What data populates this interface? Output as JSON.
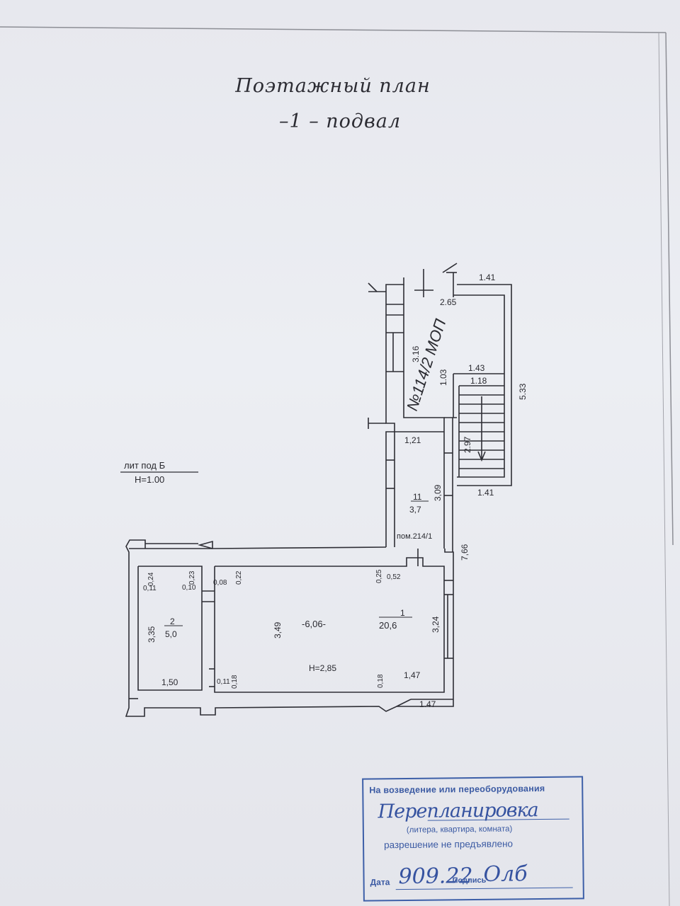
{
  "document": {
    "title": "Поэтажный план",
    "subtitle": "–1 – подвал"
  },
  "plan": {
    "lit_label": "лит под Б",
    "height_label": "Н=1.00",
    "handwritten_note": "№114/2 МОП",
    "room_ref": "пом.214/1",
    "ceiling_height": "Н=2,85",
    "rooms": [
      {
        "number": "1",
        "area": "20,6"
      },
      {
        "number": "2",
        "area": "5,0"
      },
      {
        "number": "11",
        "area": "3,7"
      }
    ],
    "total_area": "-6,06-",
    "dimensions": {
      "top_141": "1.41",
      "top_265": "2.65",
      "v_316": "3.16",
      "v_103": "1.03",
      "h_143": "1.43",
      "h_118": "1.18",
      "v_533": "5.33",
      "h_121": "1,21",
      "v_297": "2.97",
      "v_309": "3,09",
      "h_141b": "1.41",
      "v_766": "7,66",
      "t_025": "0,25",
      "t_052": "0,52",
      "t_024": "0,24",
      "t_011": "0,11",
      "t_023": "0,23",
      "t_010": "0,10",
      "t_008": "0,08",
      "t_022": "0,22",
      "v_335": "3,35",
      "v_349": "3,49",
      "v_324": "3,24",
      "h_150": "1,50",
      "t_011b": "0,11",
      "t_018": "0,18",
      "t_018b": "0,18",
      "h_147": "1,47",
      "h_147b": "1.47"
    }
  },
  "stamp": {
    "line1": "На возведение или переоборудования",
    "handwritten": "Перепланировка",
    "line2": "(литера, квартира, комната)",
    "line3": "разрешение не предъявлено",
    "date_label": "Дата",
    "date_value": "909.22",
    "sign_label": "Подпись",
    "signature": "Олб"
  },
  "colors": {
    "ink": "#2a2a30",
    "stamp": "#3d5fa8",
    "paper": "#e8e9ee"
  }
}
